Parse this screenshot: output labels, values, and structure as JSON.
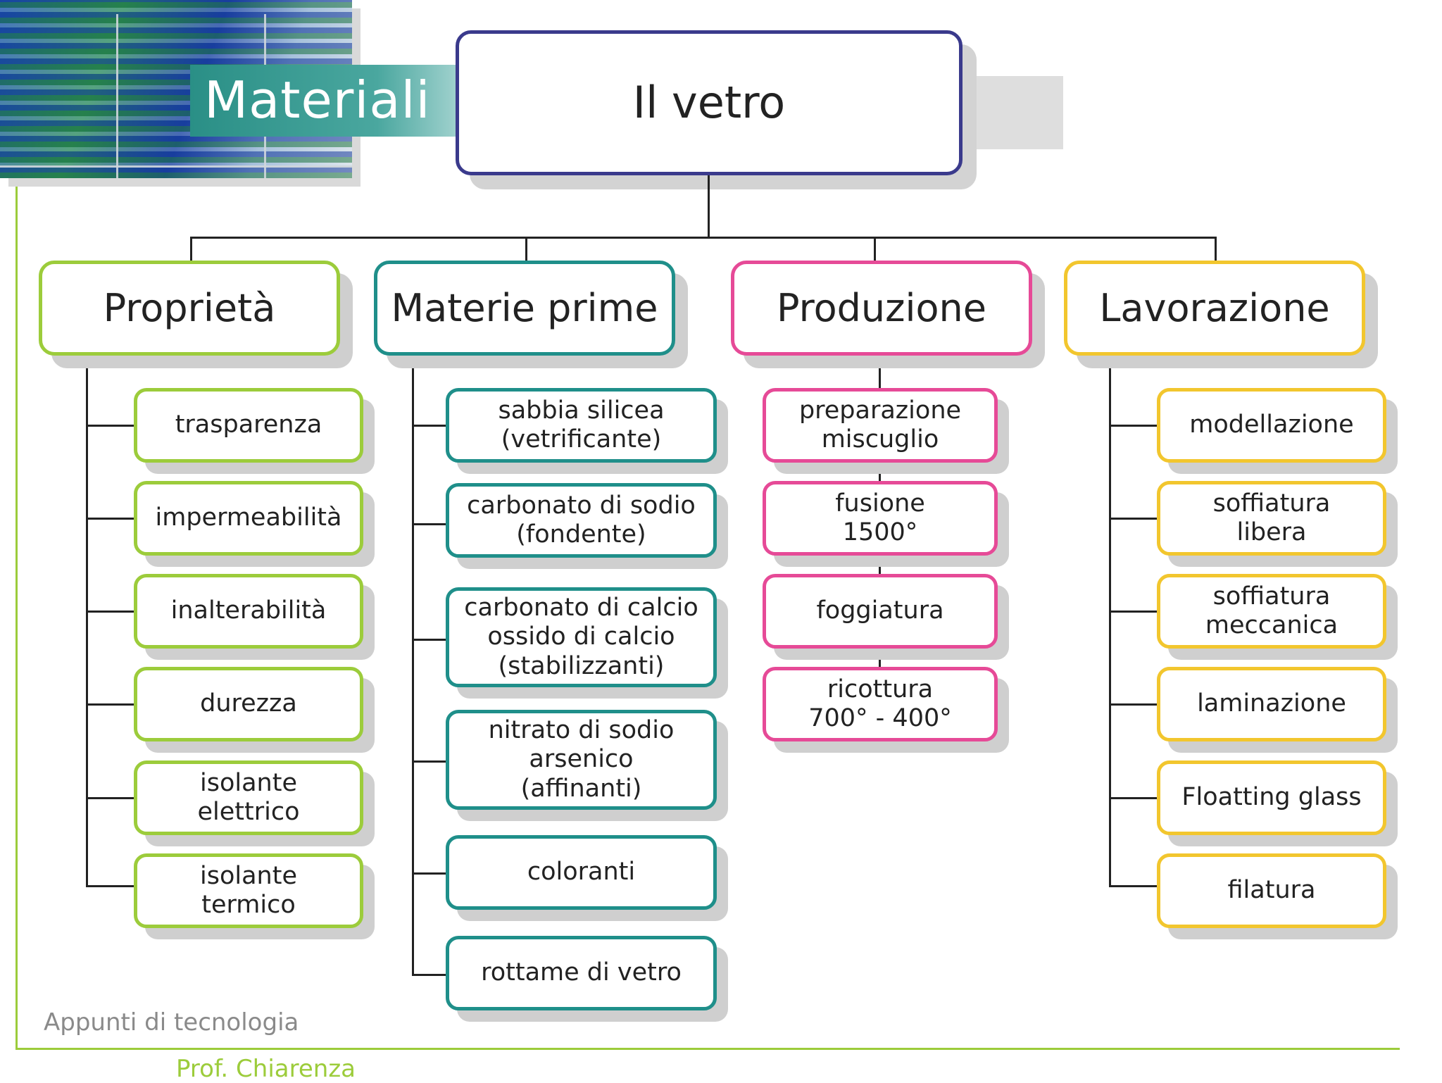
{
  "header": {
    "section_label": "Materiali",
    "root_title": "Il vetro"
  },
  "categories": [
    {
      "title": "Proprietà",
      "color": "#9ccc3b",
      "items": [
        "trasparenza",
        "impermeabilità",
        "inalterabilità",
        "durezza",
        "isolante\nelettrico",
        "isolante\ntermico"
      ]
    },
    {
      "title": "Materie prime",
      "color": "#1f8f8a",
      "items": [
        "sabbia silicea\n(vetrificante)",
        "carbonato di sodio\n(fondente)",
        "carbonato di calcio\nossido di calcio\n(stabilizzanti)",
        "nitrato di sodio\narsenico\n(affinanti)",
        "coloranti",
        "rottame di vetro"
      ]
    },
    {
      "title": "Produzione",
      "color": "#e64a97",
      "items": [
        "preparazione\nmiscuglio",
        "fusione\n1500°",
        "foggiatura",
        "ricottura\n700° - 400°"
      ]
    },
    {
      "title": "Lavorazione",
      "color": "#f2c62e",
      "items": [
        "modellazione",
        "soffiatura\nlibera",
        "soffiatura\nmeccanica",
        "laminazione",
        "Floatting glass",
        "filatura"
      ]
    }
  ],
  "footer": {
    "subject": "Appunti di tecnologia",
    "author": "Prof. Chiarenza"
  }
}
